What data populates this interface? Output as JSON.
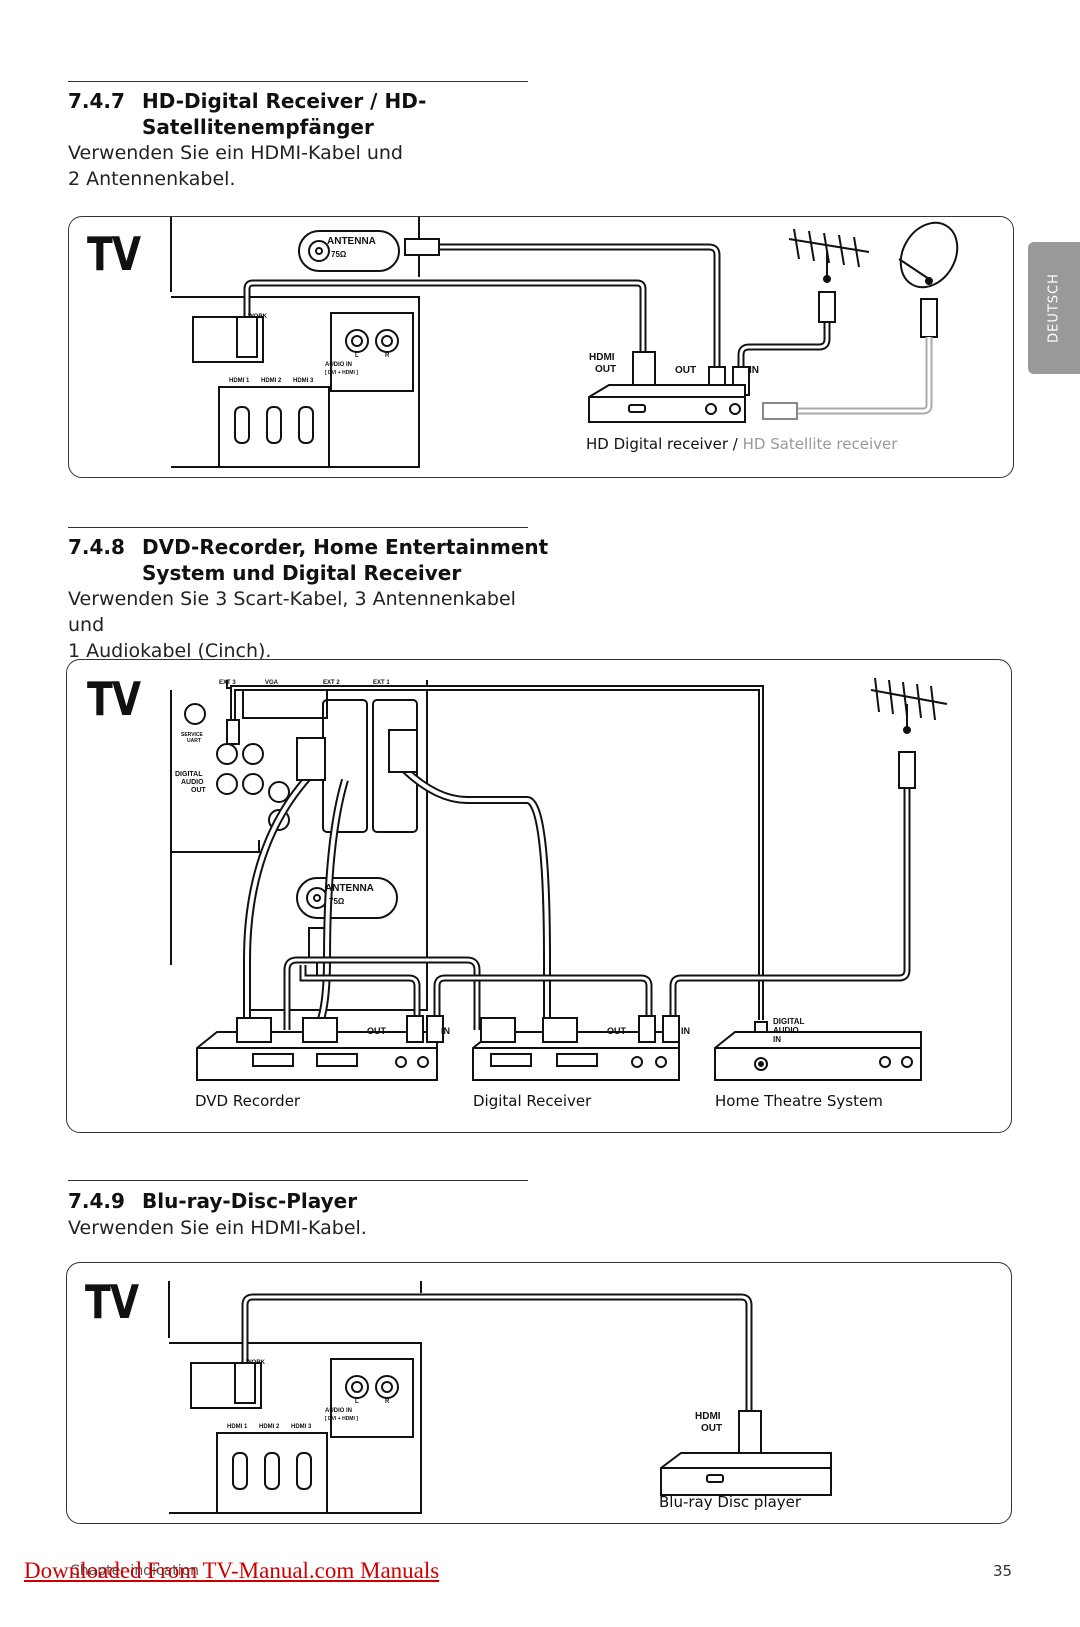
{
  "side_tab": "DEUTSCH",
  "sections": [
    {
      "number": "7.4.7",
      "title_line1": "HD-Digital Receiver / HD-",
      "title_line2": "Satellitenempfänger",
      "text_line1": "Verwenden Sie ein HDMI-Kabel und",
      "text_line2": "2 Antennenkabel.",
      "figure": {
        "tv_label": "TV",
        "antenna_label": "ANTENNA",
        "antenna_sub": "75Ω",
        "network_label": "WORK",
        "audio_in_label": "AUDIO IN",
        "audio_in_sub": "[ DVI + HDMI ]",
        "audio_l": "L",
        "audio_r": "R",
        "hdmi_ports": [
          "HDMI 1",
          "HDMI 2",
          "HDMI 3"
        ],
        "device_hdmi_out": [
          "HDMI",
          "OUT"
        ],
        "device_out": "OUT",
        "device_in": "IN",
        "caption_main": "HD Digital receiver /",
        "caption_grey": "HD Satellite receiver"
      }
    },
    {
      "number": "7.4.8",
      "title_line1": "DVD-Recorder, Home Entertainment",
      "title_line2": "System und Digital Receiver",
      "text_line1": "Verwenden Sie 3 Scart-Kabel, 3 Antennenkabel und",
      "text_line2": "1 Audiokabel (Cinch).",
      "figure": {
        "tv_label": "TV",
        "ext3": "EXT 3",
        "vga": "VGA",
        "ext2": "EXT 2",
        "ext1": "EXT 1",
        "service_uart": [
          "SERVICE",
          "UART"
        ],
        "digital_audio_out": [
          "DIGITAL",
          "AUDIO",
          "OUT"
        ],
        "antenna_label": "ANTENNA",
        "antenna_sub": "75Ω",
        "out": "OUT",
        "in": "IN",
        "digital_audio_in": [
          "DIGITAL",
          "AUDIO",
          "IN"
        ],
        "caption_dvd": "DVD Recorder",
        "caption_receiver": "Digital Receiver",
        "caption_hts": "Home Theatre System"
      }
    },
    {
      "number": "7.4.9",
      "title_line1": "Blu-ray-Disc-Player",
      "text_line1": "Verwenden Sie ein HDMI-Kabel.",
      "figure": {
        "tv_label": "TV",
        "network_label": "WORK",
        "audio_in_label": "AUDIO IN",
        "audio_in_sub": "[ DVI + HDMI ]",
        "audio_l": "L",
        "audio_r": "R",
        "hdmi_ports": [
          "HDMI 1",
          "HDMI 2",
          "HDMI 3"
        ],
        "device_hdmi_out": [
          "HDMI",
          "OUT"
        ],
        "caption": "Blu-ray Disc player"
      }
    }
  ],
  "footer": {
    "link_text": "Downloaded From TV-Manual.com Manuals",
    "chapter_text": "Chapter indication",
    "page_number": "35"
  }
}
